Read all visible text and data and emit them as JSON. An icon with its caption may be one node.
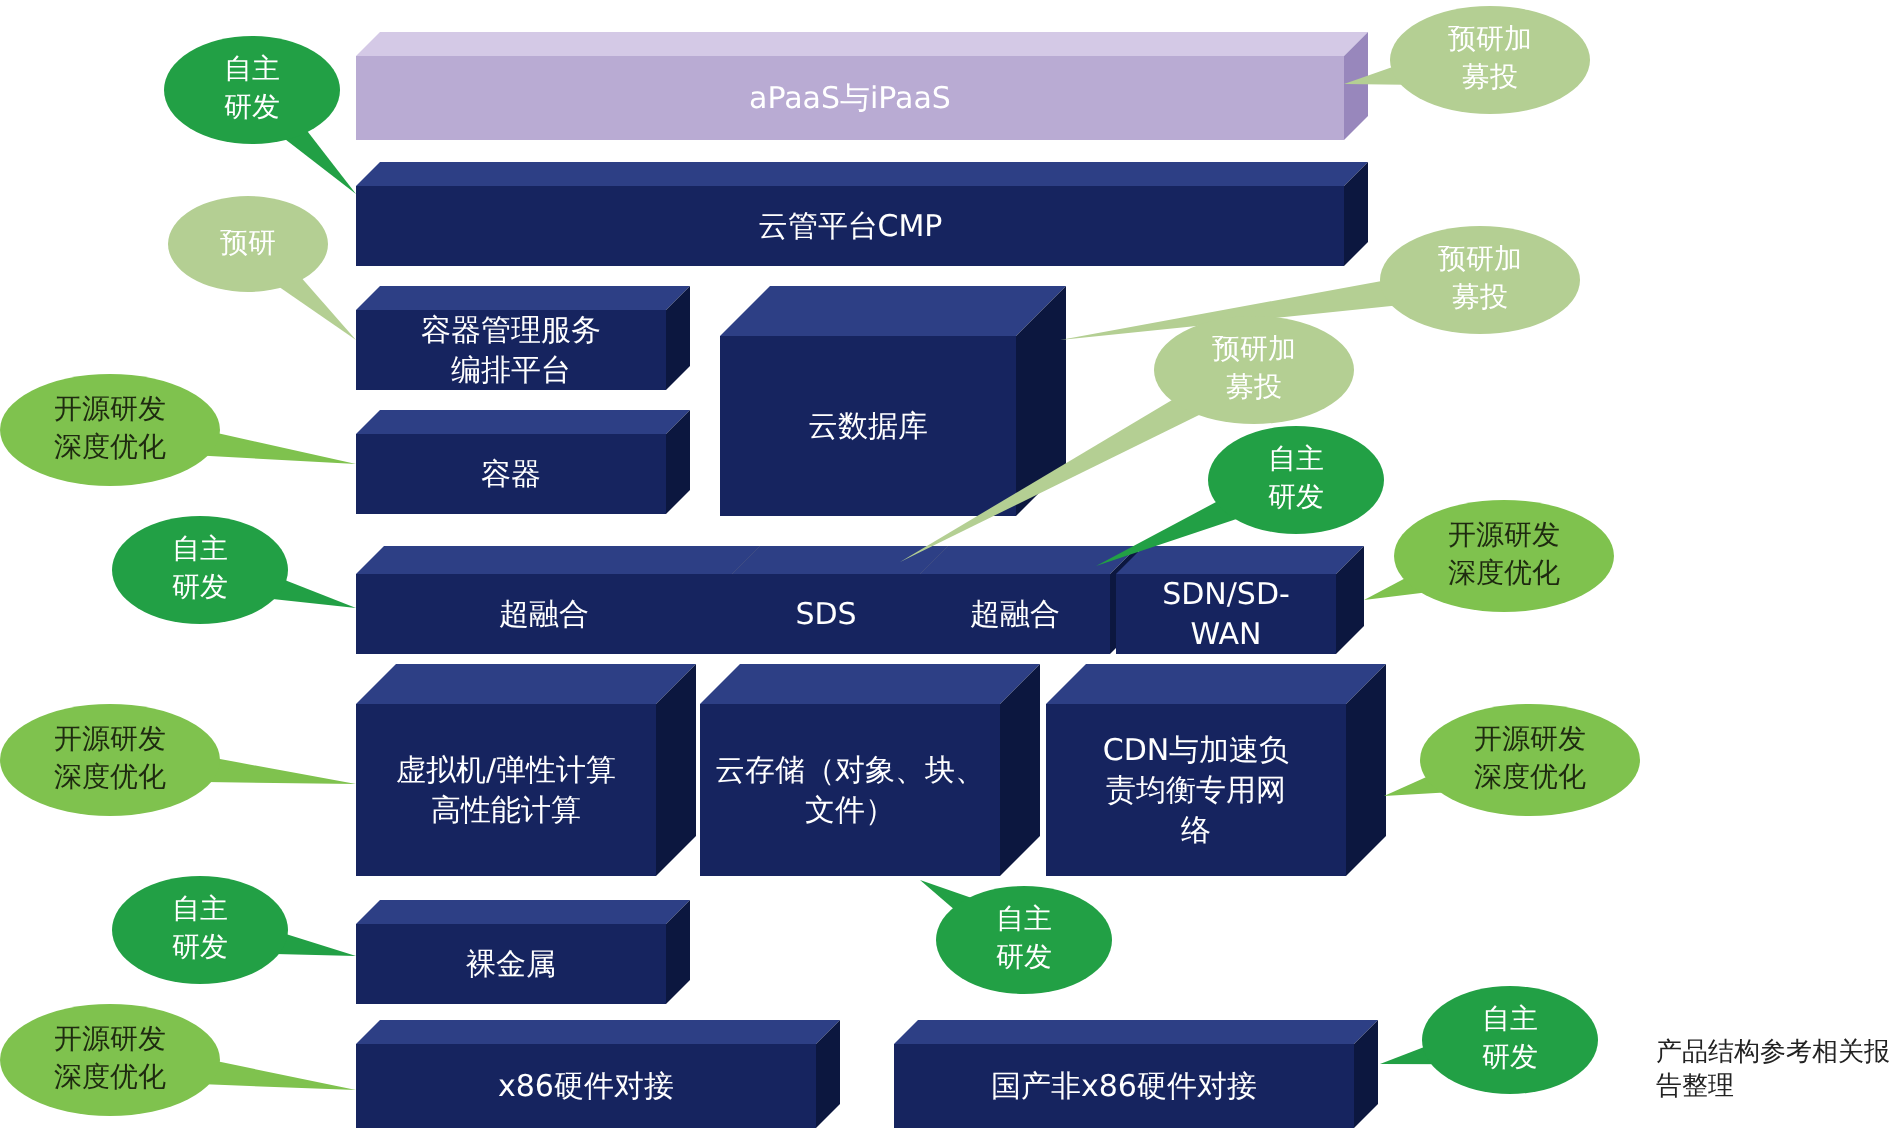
{
  "diagram": {
    "nodes": [
      {
        "text": [
          "aPaaS与iPaaS"
        ]
      },
      {
        "text": [
          "云管平台CMP"
        ]
      },
      {
        "text": [
          "容器管理服务编排平台"
        ]
      },
      {
        "text": [
          "云数据库"
        ]
      },
      {
        "text": [
          "容器"
        ]
      },
      {
        "text": [
          "超融合"
        ]
      },
      {
        "text": [
          "SDS"
        ]
      },
      {
        "text": [
          "超融合"
        ]
      },
      {
        "text": [
          "SDN/SD-WAN"
        ]
      },
      {
        "text": [
          "虚拟机/弹性计算高性能计算"
        ]
      },
      {
        "text": [
          "云存储（对象、块、文件）"
        ]
      },
      {
        "text": [
          "CDN与加速负责均衡专用网络"
        ]
      },
      {
        "text": [
          "裸金属"
        ]
      },
      {
        "text": [
          "x86硬件对接"
        ]
      },
      {
        "text": [
          "国产非x86硬件对接"
        ]
      },
      {
        "text": [
          "自主研发"
        ]
      },
      {
        "text": [
          "预研加募投"
        ]
      },
      {
        "text": [
          "预研"
        ]
      },
      {
        "text": [
          "预研加募投"
        ]
      },
      {
        "text": [
          "开源研发深度优化"
        ]
      },
      {
        "text": [
          "预研加募投"
        ]
      },
      {
        "text": [
          "自主研发"
        ]
      },
      {
        "text": [
          "自主研发"
        ]
      },
      {
        "text": [
          "开源研发深度优化"
        ]
      },
      {
        "text": [
          "开源研发深度优化"
        ]
      },
      {
        "text": [
          "开源研发深度优化"
        ]
      },
      {
        "text": [
          "自主研发"
        ]
      },
      {
        "text": [
          "自主研发"
        ]
      },
      {
        "text": [
          "开源研发深度优化"
        ]
      },
      {
        "text": [
          "自主研发"
        ]
      }
    ],
    "edges": [
      {
        "from": 15,
        "to": 1,
        "arrow": "none"
      },
      {
        "from": 16,
        "to": 0,
        "arrow": "none"
      },
      {
        "from": 17,
        "to": 2,
        "arrow": "none"
      },
      {
        "from": 18,
        "to": 3,
        "arrow": "none"
      },
      {
        "from": 19,
        "to": 4,
        "arrow": "none"
      },
      {
        "from": 20,
        "to": 6,
        "arrow": "none"
      },
      {
        "from": 21,
        "to": 7,
        "arrow": "none"
      },
      {
        "from": 22,
        "to": 5,
        "arrow": "none"
      },
      {
        "from": 23,
        "to": 8,
        "arrow": "none"
      },
      {
        "from": 24,
        "to": 9,
        "arrow": "none"
      },
      {
        "from": 25,
        "to": 11,
        "arrow": "none"
      },
      {
        "from": 26,
        "to": 10,
        "arrow": "none"
      },
      {
        "from": 27,
        "to": 12,
        "arrow": "none"
      },
      {
        "from": 28,
        "to": 13,
        "arrow": "none"
      },
      {
        "from": 29,
        "to": 14,
        "arrow": "none"
      }
    ],
    "labels": [
      "产品结构参考相关报告整理"
    ]
  }
}
